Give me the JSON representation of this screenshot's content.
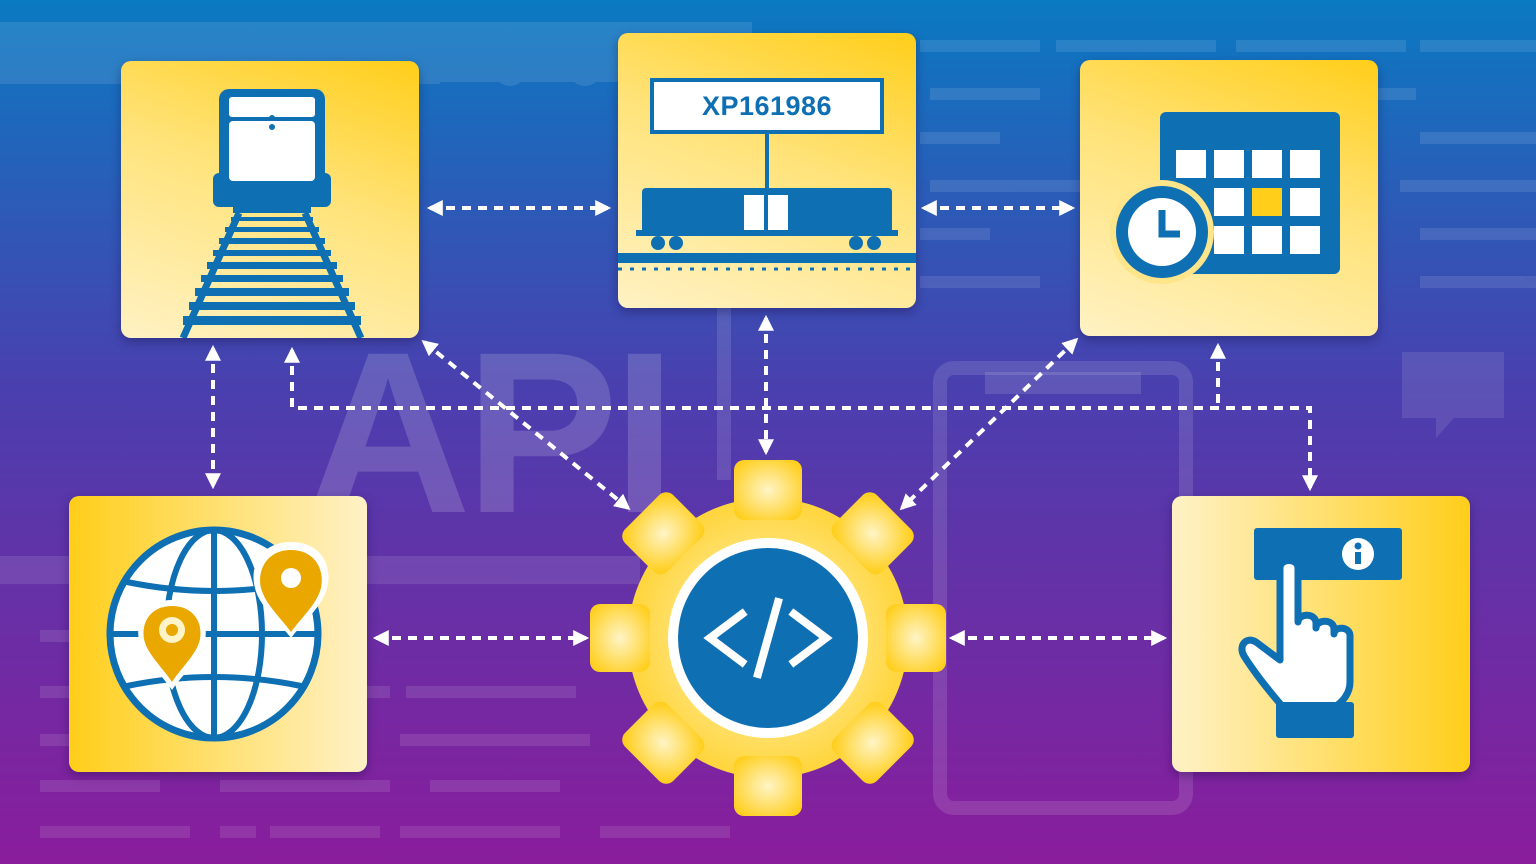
{
  "figure": {
    "watermark_text": "API",
    "railcar_id": "XP161986",
    "nodes": [
      {
        "id": "locomotive-track",
        "icon": "locomotive-icon"
      },
      {
        "id": "railcar",
        "icon": "railcar-icon"
      },
      {
        "id": "schedule",
        "icon": "calendar-clock-icon"
      },
      {
        "id": "geolocation",
        "icon": "globe-pin-icon"
      },
      {
        "id": "api-code",
        "icon": "code-gear-icon"
      },
      {
        "id": "information",
        "icon": "hand-info-icon"
      }
    ],
    "colors": {
      "background_top": "#0a7ac2",
      "background_bottom": "#8a1d9c",
      "card_yellow": "#ffce1a",
      "card_light": "#fff2c4",
      "icon_blue": "#0e6fb3",
      "pin_gold": "#e9a700",
      "arrow": "#ffffff"
    }
  }
}
